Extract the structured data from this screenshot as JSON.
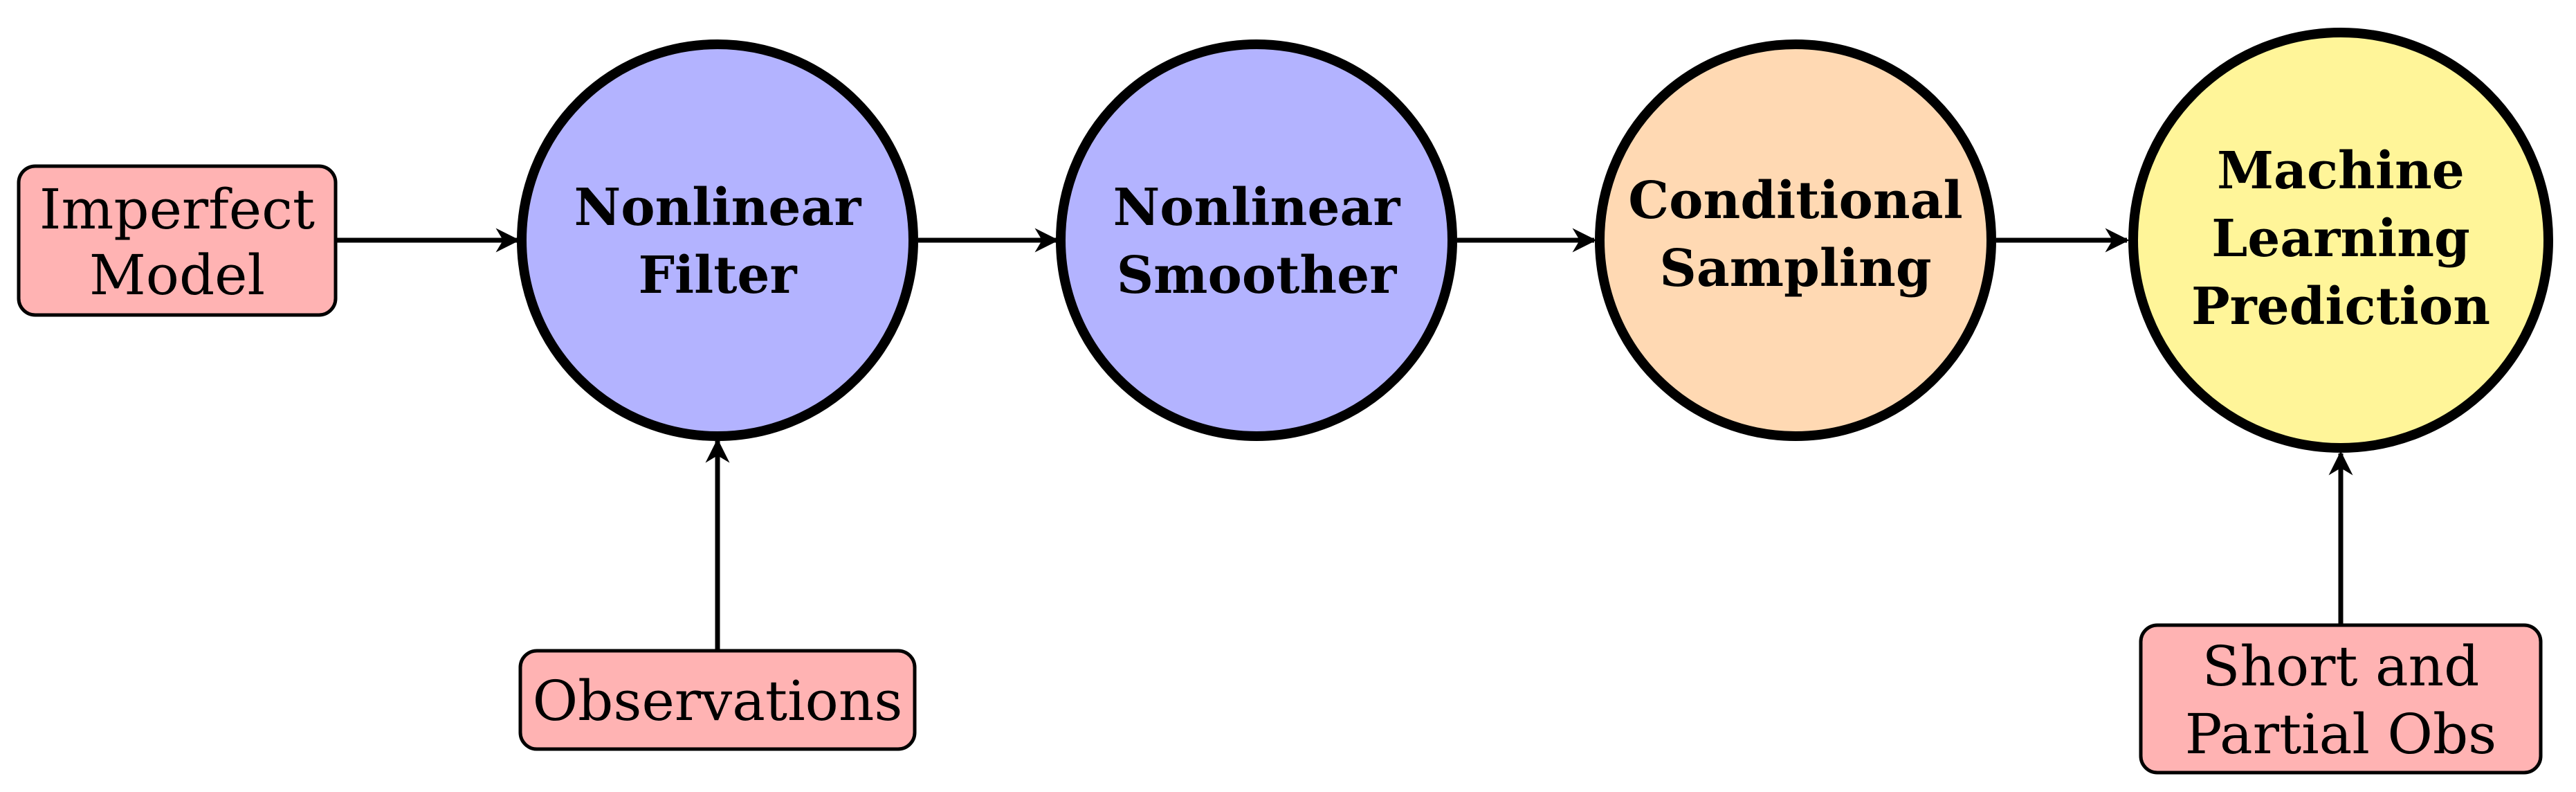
{
  "colors": {
    "input_fill": "#ffb3b3",
    "filter_smoother_fill": "#b3b3ff",
    "sampling_fill": "#ffd9b3",
    "prediction_fill": "#fff599",
    "stroke": "#000000"
  },
  "inputs": {
    "imperfect_model": {
      "line1": "Imperfect",
      "line2": "Model"
    },
    "observations": {
      "line1": "Observations"
    },
    "short_partial_obs": {
      "line1": "Short and",
      "line2": "Partial Obs"
    }
  },
  "nodes": {
    "filter": {
      "line1": "Nonlinear",
      "line2": "Filter"
    },
    "smoother": {
      "line1": "Nonlinear",
      "line2": "Smoother"
    },
    "sampling": {
      "line1": "Conditional",
      "line2": "Sampling"
    },
    "prediction": {
      "line1": "Machine",
      "line2": "Learning",
      "line3": "Prediction"
    }
  },
  "edges": [
    {
      "from": "imperfect_model",
      "to": "filter"
    },
    {
      "from": "observations",
      "to": "filter"
    },
    {
      "from": "filter",
      "to": "smoother"
    },
    {
      "from": "smoother",
      "to": "sampling"
    },
    {
      "from": "sampling",
      "to": "prediction"
    },
    {
      "from": "short_partial_obs",
      "to": "prediction"
    }
  ]
}
